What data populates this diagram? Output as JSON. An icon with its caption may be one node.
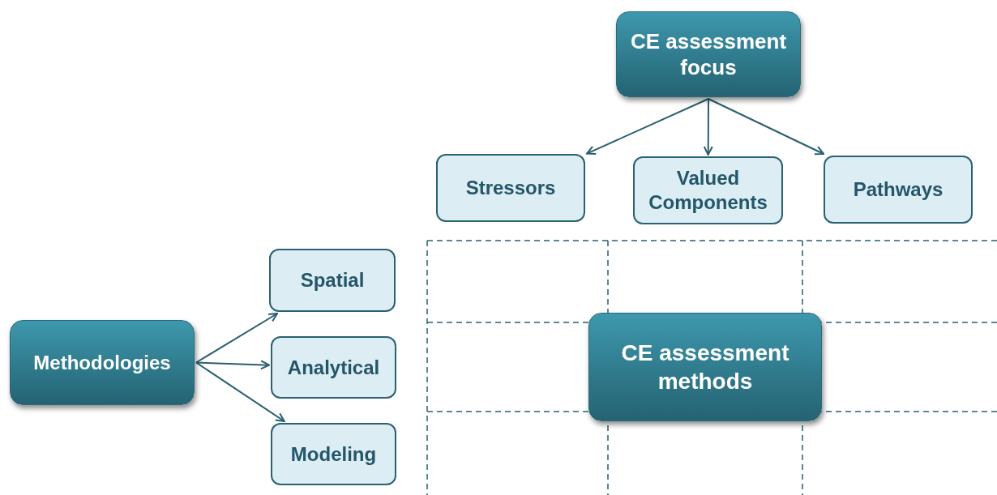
{
  "diagram": {
    "nodes": [
      {
        "text": [
          "CE assessment focus"
        ]
      },
      {
        "text": [
          "Stressors"
        ]
      },
      {
        "text": [
          "Valued Components"
        ]
      },
      {
        "text": [
          "Pathways"
        ]
      },
      {
        "text": [
          "Methodologies"
        ]
      },
      {
        "text": [
          "Spatial"
        ]
      },
      {
        "text": [
          "Analytical"
        ]
      },
      {
        "text": [
          "Modeling"
        ]
      },
      {
        "text": [
          "CE assessment methods"
        ]
      }
    ],
    "edges": [
      {
        "from": 0,
        "to": 1,
        "arrow": "to"
      },
      {
        "from": 0,
        "to": 2,
        "arrow": "to"
      },
      {
        "from": 0,
        "to": 3,
        "arrow": "to"
      },
      {
        "from": 4,
        "to": 5,
        "arrow": "to"
      },
      {
        "from": 4,
        "to": 6,
        "arrow": "to"
      },
      {
        "from": 4,
        "to": 7,
        "arrow": "to"
      }
    ]
  }
}
